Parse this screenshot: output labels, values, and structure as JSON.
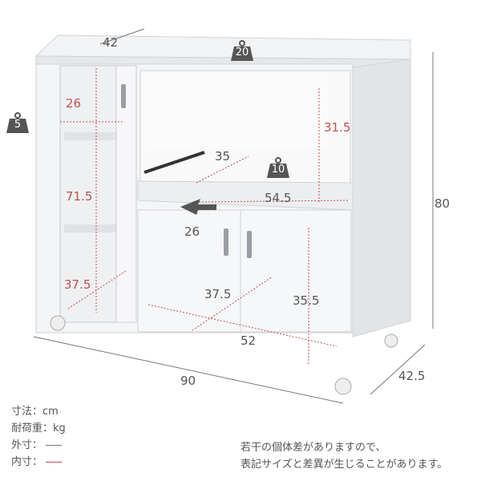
{
  "dimensions": {
    "outer_width": "90",
    "outer_depth": "42.5",
    "outer_height": "80",
    "top_depth": "42",
    "left_shelf_depth": "26",
    "left_height": "71.5",
    "left_bottom_height": "37.5",
    "range_height": "31.5",
    "slide_depth": "35",
    "range_width": "54.5",
    "slide_pull": "26",
    "cabinet_depth": "37.5",
    "cabinet_height": "35.5",
    "cabinet_width": "52"
  },
  "loads": {
    "top": "20",
    "shelf": "5",
    "slide": "10"
  },
  "legend": {
    "size_label": "寸法：cm",
    "load_label": "耐荷重：kg",
    "outer_label": "外寸：",
    "inner_label": "内寸："
  },
  "note": {
    "line1": "若干の個体差がありますので、",
    "line2": "表記サイズと差異が生じることがあります。"
  },
  "colors": {
    "inner": "#c0504d",
    "outer": "#777777",
    "badge": "#555555"
  }
}
